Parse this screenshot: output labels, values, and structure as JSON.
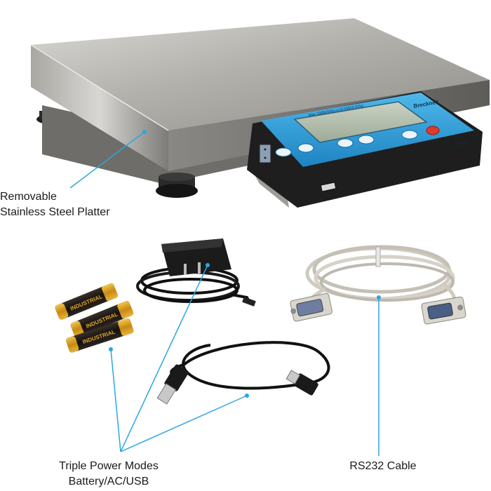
{
  "labels": {
    "platter_line1": "Removable",
    "platter_line2": "Stainless Steel Platter",
    "power_line1": "Triple Power Modes",
    "power_line2": "Battery/AC/USB",
    "cable": "RS232 Cable"
  },
  "display": {
    "brand": "Brecknell",
    "capacity_text": "Max 100lb/50kg  e=0.05lb/0.02kg",
    "model": "PS-USB"
  },
  "battery_text": "INDUSTRIAL",
  "colors": {
    "steel": "#b9b7b2",
    "display_blue": "#2a9fd6",
    "callout_line": "#2aa7e0",
    "text": "#1a1a1a"
  }
}
